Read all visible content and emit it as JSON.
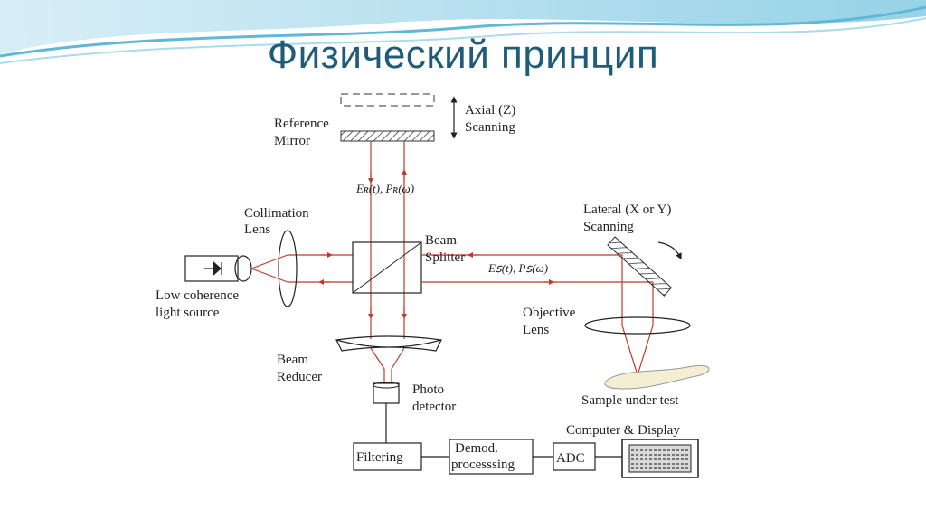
{
  "slide": {
    "title": "Физический принцип"
  },
  "diagram": {
    "labels": {
      "reference_mirror_1": "Reference",
      "reference_mirror_2": "Mirror",
      "axial_1": "Axial (Z)",
      "axial_2": "Scanning",
      "er": "Eʀ(t), Pʀ(ω)",
      "collimation_1": "Collimation",
      "collimation_2": "Lens",
      "beam_splitter_1": "Beam",
      "beam_splitter_2": "Splitter",
      "es": "Eꜱ(t), Pꜱ(ω)",
      "lateral_1": "Lateral (X or Y)",
      "lateral_2": "Scanning",
      "source_1": "Low coherence",
      "source_2": "light source",
      "objective_1": "Objective",
      "objective_2": "Lens",
      "reducer_1": "Beam",
      "reducer_2": "Reducer",
      "photo_1": "Photo",
      "photo_2": "detector",
      "sample": "Sample under test",
      "computer": "Computer & Display",
      "filtering": "Filtering",
      "demod_1": "Demod.",
      "demod_2": "processsing",
      "adc": "ADC"
    },
    "colors": {
      "beam": "#c0392b",
      "title": "#1f5c7a",
      "wave": "#5fb8d8"
    }
  }
}
